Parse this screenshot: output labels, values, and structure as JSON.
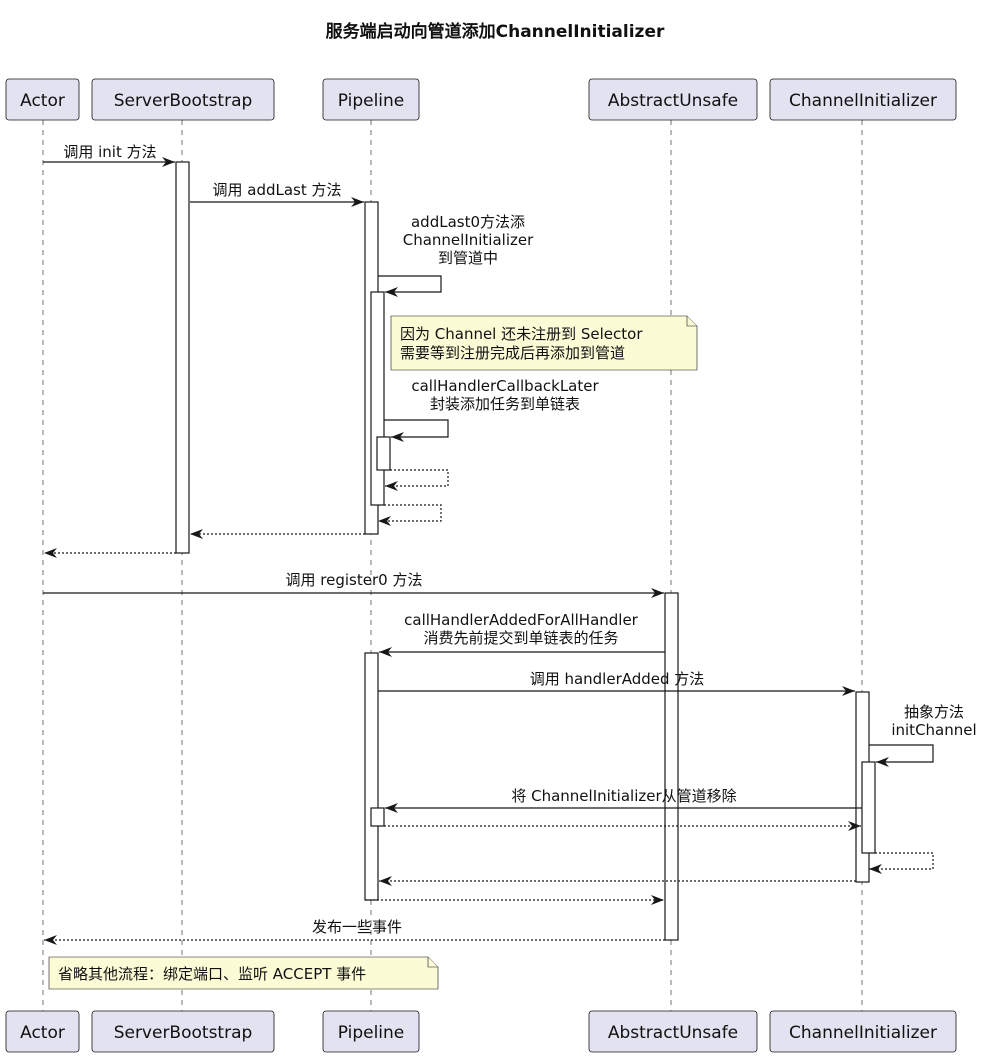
{
  "title": "服务端启动向管道添加ChannelInitializer",
  "participants": [
    {
      "id": "actor",
      "label": "Actor"
    },
    {
      "id": "bootstrap",
      "label": "ServerBootstrap"
    },
    {
      "id": "pipeline",
      "label": "Pipeline"
    },
    {
      "id": "unsafe",
      "label": "AbstractUnsafe"
    },
    {
      "id": "initializer",
      "label": "ChannelInitializer"
    }
  ],
  "messages": [
    {
      "from": "actor",
      "to": "bootstrap",
      "kind": "sync",
      "lines": [
        "调用 init 方法"
      ]
    },
    {
      "from": "bootstrap",
      "to": "pipeline",
      "kind": "sync",
      "lines": [
        "调用 addLast 方法"
      ]
    },
    {
      "from": "pipeline",
      "to": "pipeline",
      "kind": "self",
      "lines": [
        "addLast0方法添",
        "ChannelInitializer",
        "到管道中"
      ]
    },
    {
      "from": "pipeline",
      "to": "pipeline",
      "kind": "self",
      "lines": [
        "callHandlerCallbackLater",
        "封装添加任务到单链表"
      ]
    },
    {
      "from": "pipeline",
      "to": "pipeline",
      "kind": "self-return",
      "lines": []
    },
    {
      "from": "pipeline",
      "to": "pipeline",
      "kind": "self-return",
      "lines": []
    },
    {
      "from": "pipeline",
      "to": "bootstrap",
      "kind": "return",
      "lines": []
    },
    {
      "from": "bootstrap",
      "to": "actor",
      "kind": "return",
      "lines": []
    },
    {
      "from": "actor",
      "to": "unsafe",
      "kind": "sync",
      "lines": [
        "调用 register0 方法"
      ]
    },
    {
      "from": "unsafe",
      "to": "pipeline",
      "kind": "sync",
      "lines": [
        "callHandlerAddedForAllHandler",
        "消费先前提交到单链表的任务"
      ]
    },
    {
      "from": "pipeline",
      "to": "initializer",
      "kind": "sync",
      "lines": [
        "调用 handlerAdded 方法"
      ]
    },
    {
      "from": "initializer",
      "to": "initializer",
      "kind": "self",
      "lines": [
        "抽象方法",
        "initChannel"
      ]
    },
    {
      "from": "initializer",
      "to": "pipeline",
      "kind": "sync",
      "lines": [
        "将 ChannelInitializer从管道移除"
      ]
    },
    {
      "from": "pipeline",
      "to": "initializer",
      "kind": "return",
      "lines": []
    },
    {
      "from": "initializer",
      "to": "initializer",
      "kind": "self-return",
      "lines": []
    },
    {
      "from": "initializer",
      "to": "pipeline",
      "kind": "return",
      "lines": []
    },
    {
      "from": "pipeline",
      "to": "unsafe",
      "kind": "return",
      "lines": []
    },
    {
      "from": "unsafe",
      "to": "actor",
      "kind": "return",
      "lines": [
        "发布一些事件"
      ]
    }
  ],
  "notes": [
    {
      "lines": [
        "因为 Channel 还未注册到 Selector",
        "需要等到注册完成后再添加到管道"
      ]
    },
    {
      "lines": [
        "省略其他流程：绑定端口、监听 ACCEPT 事件"
      ]
    }
  ],
  "colors": {
    "participant_fill": "#e2e2f0",
    "note_fill": "#fbfbd6",
    "line": "#181818"
  }
}
